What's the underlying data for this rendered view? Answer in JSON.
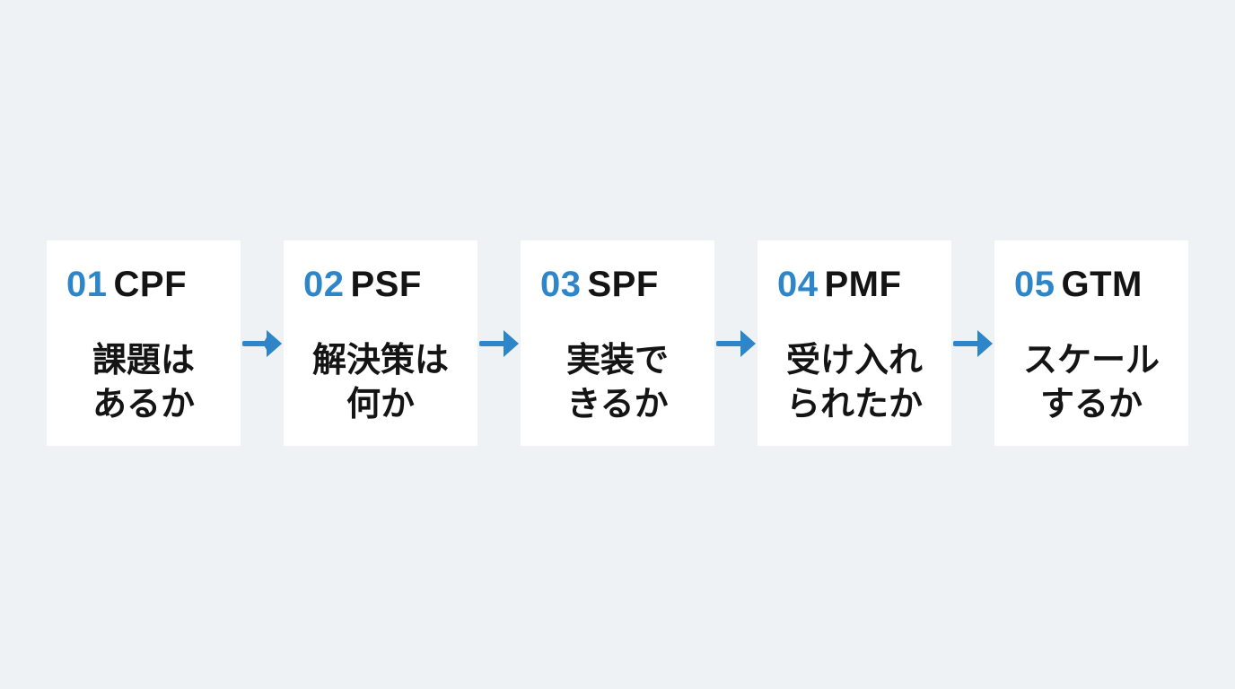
{
  "colors": {
    "background": "#eef2f4",
    "card": "#ffffff",
    "accent_blue": "#2e86c9",
    "text": "#141414"
  },
  "flow": {
    "steps": [
      {
        "number": "01",
        "acronym": "CPF",
        "line1": "課題は",
        "line2": "あるか"
      },
      {
        "number": "02",
        "acronym": "PSF",
        "line1": "解決策は",
        "line2": "何か"
      },
      {
        "number": "03",
        "acronym": "SPF",
        "line1": "実装で",
        "line2": "きるか"
      },
      {
        "number": "04",
        "acronym": "PMF",
        "line1": "受け入れ",
        "line2": "られたか"
      },
      {
        "number": "05",
        "acronym": "GTM",
        "line1": "スケール",
        "line2": "するか"
      }
    ]
  }
}
